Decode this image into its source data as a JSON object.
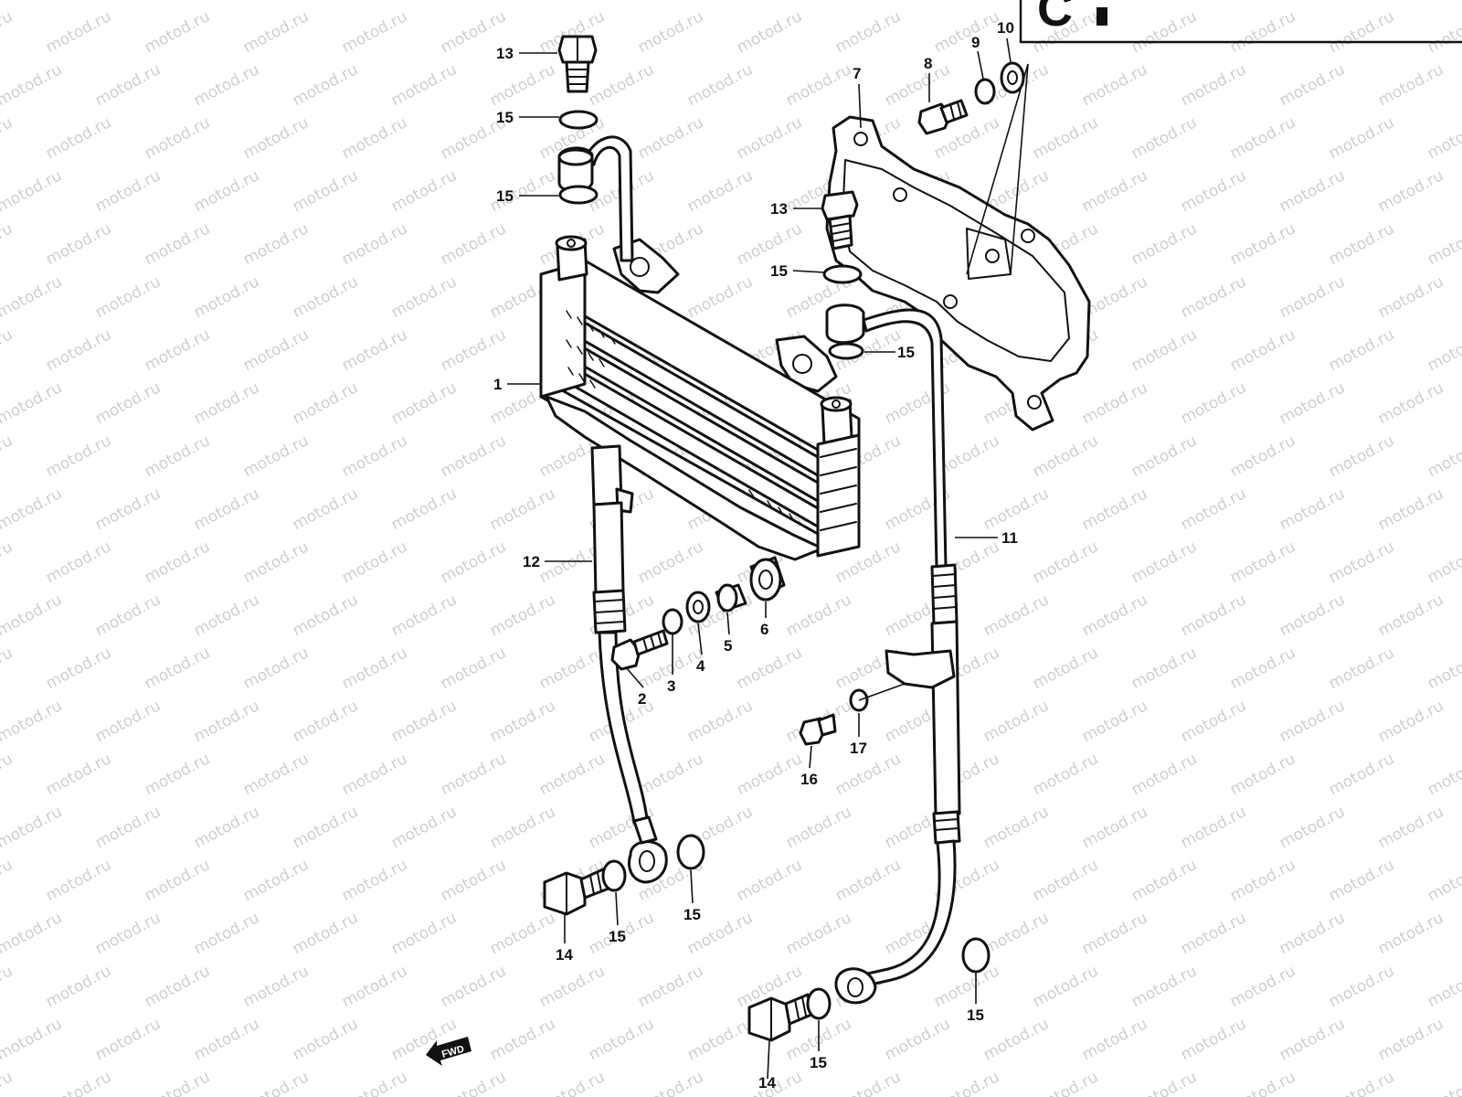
{
  "watermark": "motod.ru",
  "corner_box": {
    "text": "C"
  },
  "direction_badge": {
    "text": "FWD"
  },
  "callouts": [
    {
      "id": "c13a",
      "number": "13"
    },
    {
      "id": "c15a",
      "number": "15"
    },
    {
      "id": "c15b",
      "number": "15"
    },
    {
      "id": "c7",
      "number": "7"
    },
    {
      "id": "c8",
      "number": "8"
    },
    {
      "id": "c9",
      "number": "9"
    },
    {
      "id": "c10",
      "number": "10"
    },
    {
      "id": "c13b",
      "number": "13"
    },
    {
      "id": "c15c",
      "number": "15"
    },
    {
      "id": "c15d",
      "number": "15"
    },
    {
      "id": "c1",
      "number": "1"
    },
    {
      "id": "c11",
      "number": "11"
    },
    {
      "id": "c12",
      "number": "12"
    },
    {
      "id": "c2",
      "number": "2"
    },
    {
      "id": "c3",
      "number": "3"
    },
    {
      "id": "c4",
      "number": "4"
    },
    {
      "id": "c5",
      "number": "5"
    },
    {
      "id": "c6",
      "number": "6"
    },
    {
      "id": "c16",
      "number": "16"
    },
    {
      "id": "c17",
      "number": "17"
    },
    {
      "id": "c14a",
      "number": "14"
    },
    {
      "id": "c15e",
      "number": "15"
    },
    {
      "id": "c15f",
      "number": "15"
    },
    {
      "id": "c15g",
      "number": "15"
    },
    {
      "id": "c14b",
      "number": "14"
    },
    {
      "id": "c15h",
      "number": "15"
    }
  ]
}
